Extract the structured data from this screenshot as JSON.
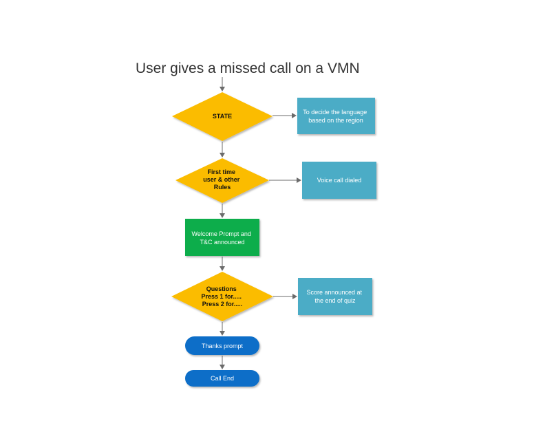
{
  "title": "User gives a missed call on a VMN",
  "nodes": {
    "state": {
      "lines": [
        "STATE"
      ],
      "color": "#fbbc05"
    },
    "region": {
      "lines": [
        "To decide the language",
        "based on the region"
      ],
      "color": "#4bacc6"
    },
    "first_time": {
      "lines": [
        "First time",
        "user & other",
        "Rules"
      ],
      "color": "#fbbc05"
    },
    "voice_call": {
      "lines": [
        "Voice call dialed"
      ],
      "color": "#4bacc6"
    },
    "welcome": {
      "lines": [
        "Welcome Prompt and",
        "T&C announced"
      ],
      "color": "#0aad4c"
    },
    "questions": {
      "lines": [
        "Questions",
        "Press 1 for.....",
        "Press 2 for....."
      ],
      "color": "#fbbc05"
    },
    "score": {
      "lines": [
        "Score announced at",
        "the end of quiz"
      ],
      "color": "#4bacc6"
    },
    "thanks": {
      "lines": [
        "Thanks prompt"
      ],
      "color": "#0a6ec8"
    },
    "call_end": {
      "lines": [
        "Call End"
      ],
      "color": "#0a6ec8"
    }
  },
  "colors": {
    "connector": "#6b6b6b",
    "title": "#333333"
  }
}
